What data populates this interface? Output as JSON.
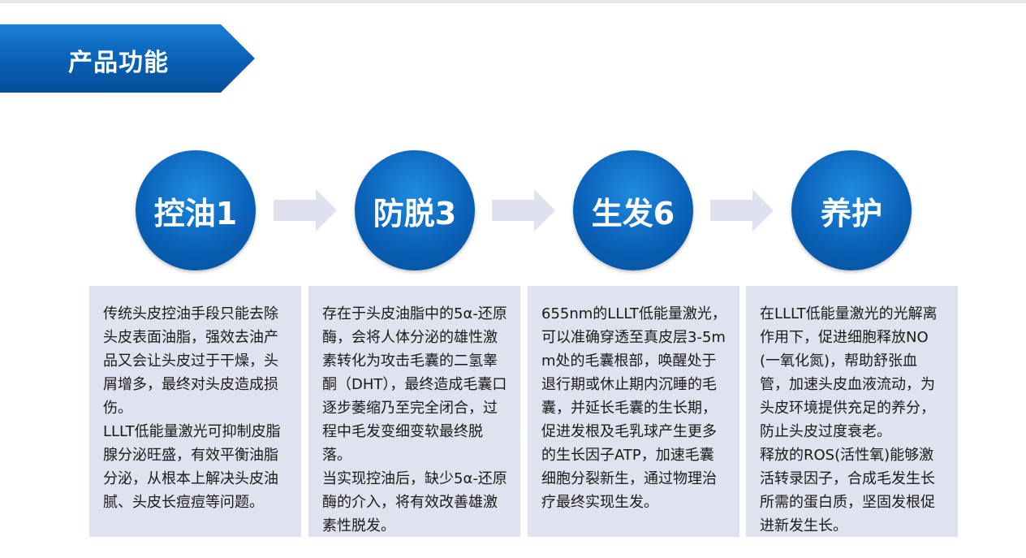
{
  "header": {
    "title": "产品功能"
  },
  "colors": {
    "accent_blue": "#0a62b8",
    "box_background": "#dfe2ef",
    "arrow_gray": "#dfe1ee"
  },
  "steps": [
    {
      "title": "控油1",
      "paragraphs": [
        "传统头皮控油手段只能去除头皮表面油脂，强效去油产品又会让头皮过于干燥，头屑增多，最终对头皮造成损伤。",
        "LLLT低能量激光可抑制皮脂腺分泌旺盛，有效平衡油脂分泌，从根本上解决头皮油腻、头皮长痘痘等问题。"
      ]
    },
    {
      "title": "防脱3",
      "paragraphs": [
        "存在于头皮油脂中的5α-还原酶，会将人体分泌的雄性激素转化为攻击毛囊的二氢睾酮（DHT），最终造成毛囊口逐步萎缩乃至完全闭合，过程中毛发变细变软最终脱落。",
        "当实现控油后，缺少5α-还原酶的介入，将有效改善雄激素性脱发。"
      ]
    },
    {
      "title": "生发6",
      "paragraphs": [
        "655nm的LLLT低能量激光，可以准确穿透至真皮层3-5mm处的毛囊根部，唤醒处于退行期或休止期内沉睡的毛囊，并延长毛囊的生长期，促进发根及毛乳球产生更多的生长因子ATP，加速毛囊细胞分裂新生，通过物理治疗最终实现生发。"
      ]
    },
    {
      "title": "养护",
      "paragraphs": [
        "在LLLT低能量激光的光解离作用下，促进细胞释放NO(一氧化氮)，帮助舒张血管，加速头皮血液流动，为头皮环境提供充足的养分，防止头皮过度衰老。",
        "释放的ROS(活性氧)能够激活转录因子，合成毛发生长所需的蛋白质，坚固发根促进新发生长。"
      ]
    }
  ]
}
